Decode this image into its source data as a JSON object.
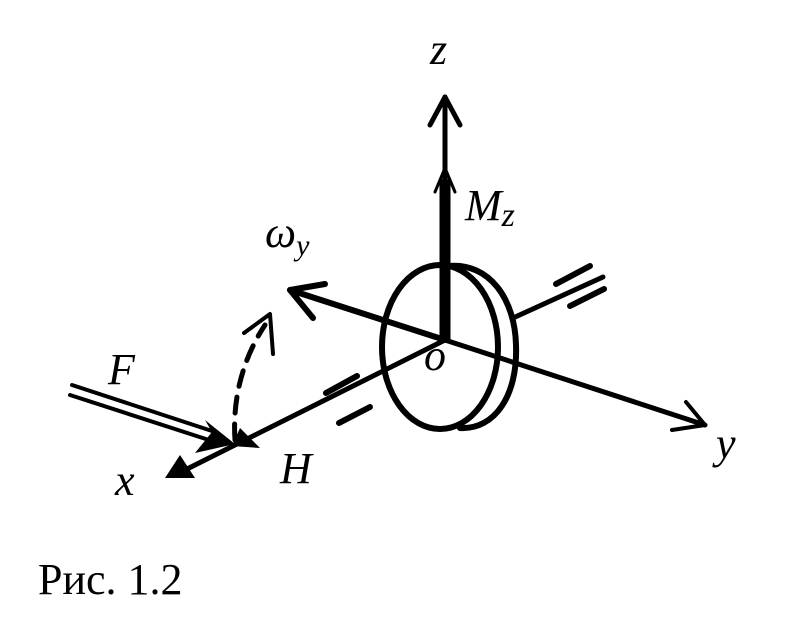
{
  "labels": {
    "z": "z",
    "mz": "M",
    "mz_sub": "z",
    "omega": "ω",
    "omega_sub": "y",
    "f": "F",
    "origin": "o",
    "x": "x",
    "h": "H",
    "y": "y"
  },
  "caption": "Рис. 1.2",
  "colors": {
    "ink": "#000000",
    "background": "#ffffff"
  }
}
